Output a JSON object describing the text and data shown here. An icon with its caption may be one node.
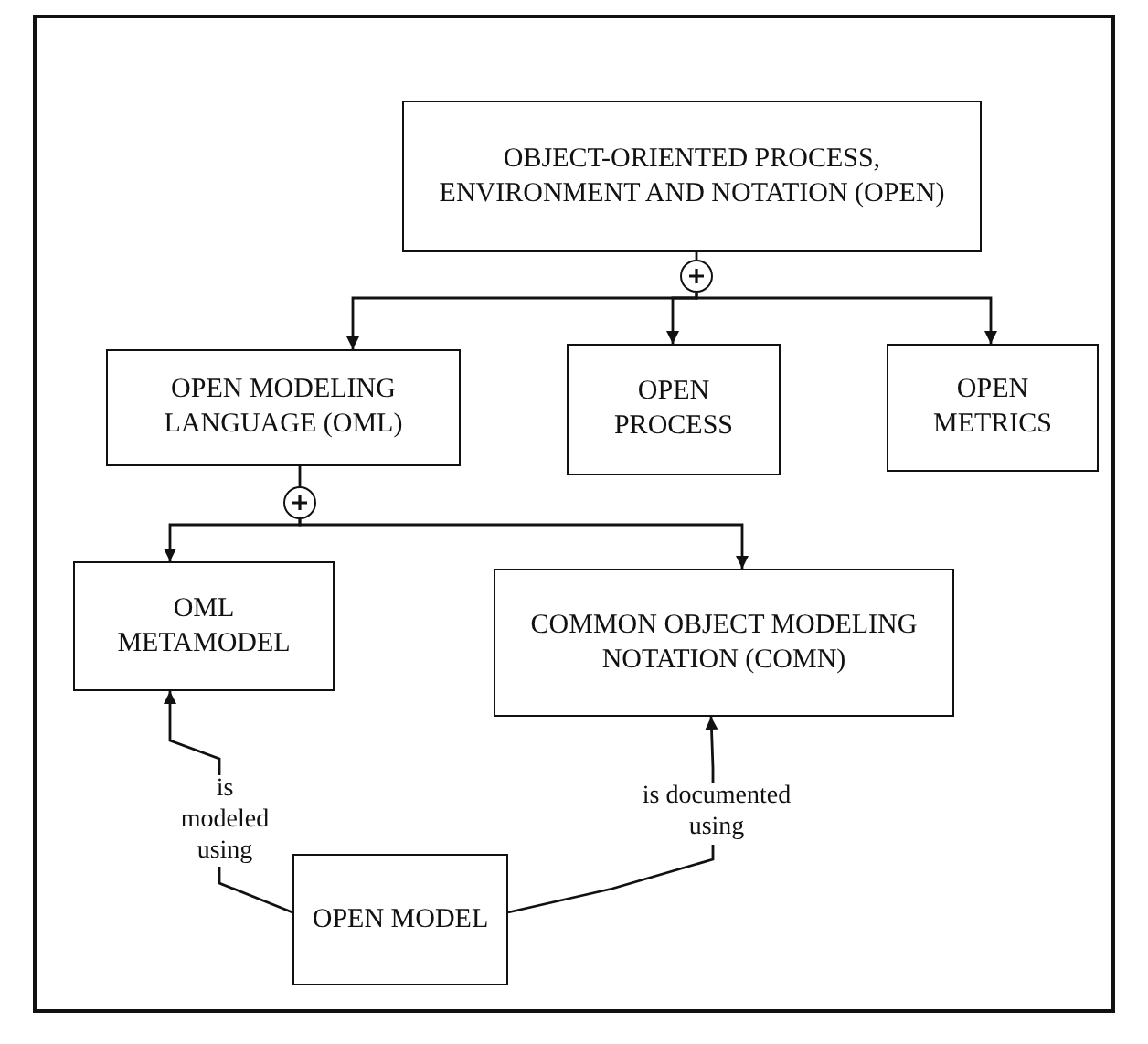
{
  "diagram": {
    "nodes": [
      {
        "text": [
          "OBJECT-ORIENTED PROCESS, ENVIRONMENT AND NOTATION (OPEN)"
        ]
      },
      {
        "text": [],
        "shape": "circle"
      },
      {
        "text": [
          "OPEN MODELING LANGUAGE (OML)"
        ]
      },
      {
        "text": [
          "OPEN PROCESS"
        ]
      },
      {
        "text": [
          "OPEN METRICS"
        ]
      },
      {
        "text": [],
        "shape": "circle"
      },
      {
        "text": [
          "OML METAMODEL"
        ]
      },
      {
        "text": [
          "COMMON OBJECT MODELING NOTATION (COMN)"
        ]
      },
      {
        "text": [
          "OPEN MODEL"
        ]
      }
    ],
    "edges": [
      {
        "from": 0,
        "to": 1,
        "arrow": "none"
      },
      {
        "from": 1,
        "to": 2,
        "arrow": "to"
      },
      {
        "from": 1,
        "to": 3,
        "arrow": "to"
      },
      {
        "from": 1,
        "to": 4,
        "arrow": "to"
      },
      {
        "from": 2,
        "to": 5,
        "arrow": "none"
      },
      {
        "from": 5,
        "to": 6,
        "arrow": "to"
      },
      {
        "from": 5,
        "to": 7,
        "arrow": "to"
      },
      {
        "from": 8,
        "to": 6,
        "arrow": "to",
        "label": "is modeled using"
      },
      {
        "from": 8,
        "to": 7,
        "arrow": "to",
        "label": "is documented using"
      }
    ]
  }
}
